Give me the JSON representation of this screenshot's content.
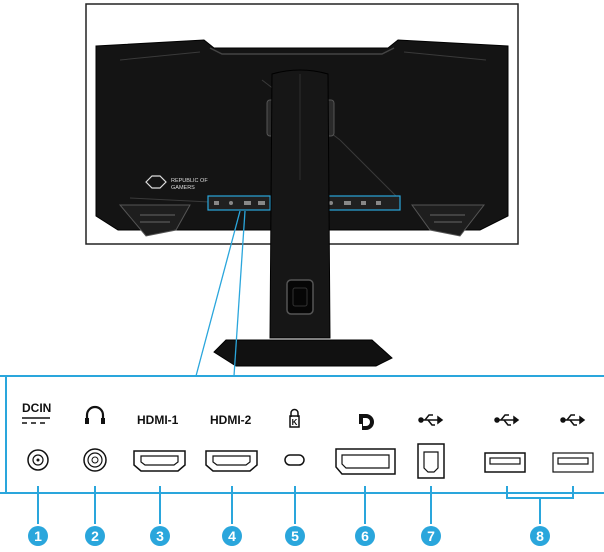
{
  "figure": {
    "accent_color": "#2aa6dc",
    "monitor_logo_line1": "REPUBLIC OF",
    "monitor_logo_line2": "GAMERS"
  },
  "ports": [
    {
      "number": "1",
      "label": "DCIN",
      "icon": "dc-in-symbol",
      "connector": "dc-jack"
    },
    {
      "number": "2",
      "label": "",
      "icon": "headphone-icon",
      "connector": "audio-jack"
    },
    {
      "number": "3",
      "label": "HDMI-1",
      "icon": "",
      "connector": "hdmi"
    },
    {
      "number": "4",
      "label": "HDMI-2",
      "icon": "",
      "connector": "hdmi"
    },
    {
      "number": "5",
      "label": "",
      "icon": "kensington-lock-icon",
      "connector": "lock-slot"
    },
    {
      "number": "6",
      "label": "",
      "icon": "displayport-icon",
      "connector": "displayport"
    },
    {
      "number": "7",
      "label": "",
      "icon": "usb-icon",
      "connector": "usb-b"
    },
    {
      "number": "8",
      "label": "",
      "icon": "usb-icon",
      "connector": "usb-a-pair"
    }
  ]
}
